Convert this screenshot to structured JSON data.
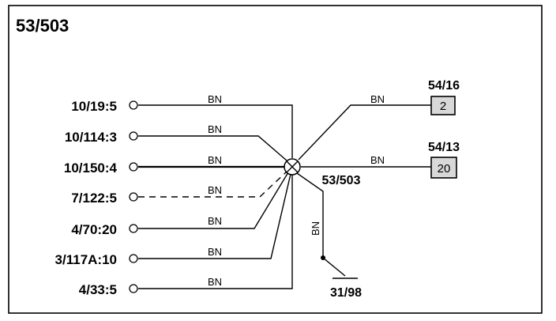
{
  "diagram_title": "53/503",
  "splice_label": "53/503",
  "ground_label": "31/98",
  "ground_wire_color": "BN",
  "left_connectors": [
    {
      "label": "10/19:5",
      "wire": "BN"
    },
    {
      "label": "10/114:3",
      "wire": "BN"
    },
    {
      "label": "10/150:4",
      "wire": "BN"
    },
    {
      "label": "7/122:5",
      "wire": "BN",
      "dashed": true
    },
    {
      "label": "4/70:20",
      "wire": "BN"
    },
    {
      "label": "3/117A:10",
      "wire": "BN"
    },
    {
      "label": "4/33:5",
      "wire": "BN"
    }
  ],
  "right_connectors": [
    {
      "label": "54/16",
      "box": "2",
      "wire": "BN"
    },
    {
      "label": "54/13",
      "box": "20",
      "wire": "BN"
    }
  ],
  "colors": {
    "line": "#000000",
    "box_fill": "#d8d8d8"
  }
}
